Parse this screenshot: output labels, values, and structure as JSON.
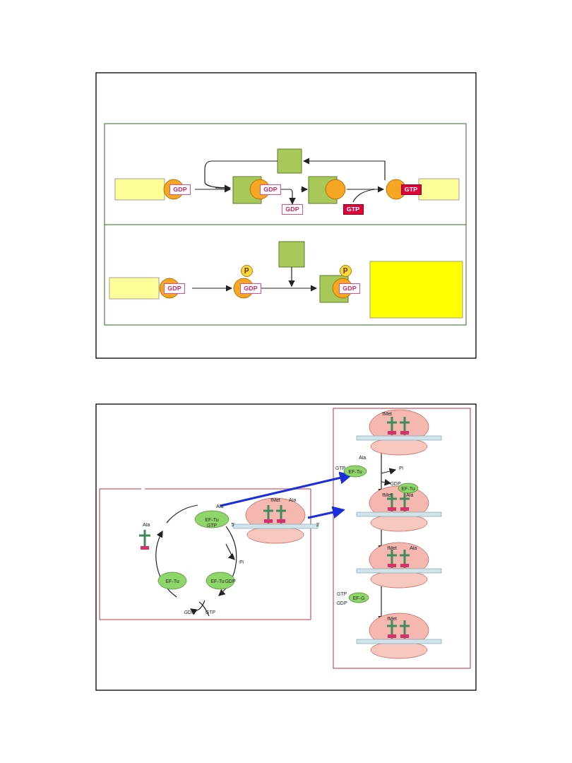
{
  "diagram": {
    "nodes": [
      {
        "text": [
          "GDP"
        ]
      },
      {
        "text": [
          "GDP"
        ]
      },
      {
        "text": [
          "GDP"
        ]
      },
      {
        "text": [
          "GTP"
        ]
      },
      {
        "text": [
          "GTP"
        ]
      },
      {
        "text": [
          "GDP"
        ]
      },
      {
        "text": [
          "P"
        ]
      },
      {
        "text": [
          "GDP"
        ]
      },
      {
        "text": [
          "P"
        ]
      },
      {
        "text": [
          "GDP"
        ]
      }
    ],
    "edges": [
      {
        "from": 1,
        "to": 2,
        "arrow": "to"
      }
    ],
    "labels": [
      "Ala",
      "EF-Tu",
      "GTP",
      "Ala",
      "EF-Tu",
      "EF-Tu",
      "GDP",
      "GDP",
      "GTP",
      "Pi",
      "5'",
      "3'",
      "fMet",
      "Ala",
      "fMet",
      "Ala",
      "GTP",
      "EF-Tu",
      "Pi",
      "GDP",
      "EF-Tu",
      "fMet",
      "Ala",
      "fMet",
      "Ala",
      "GTP",
      "EF-G",
      "GDP",
      "fMet"
    ]
  }
}
